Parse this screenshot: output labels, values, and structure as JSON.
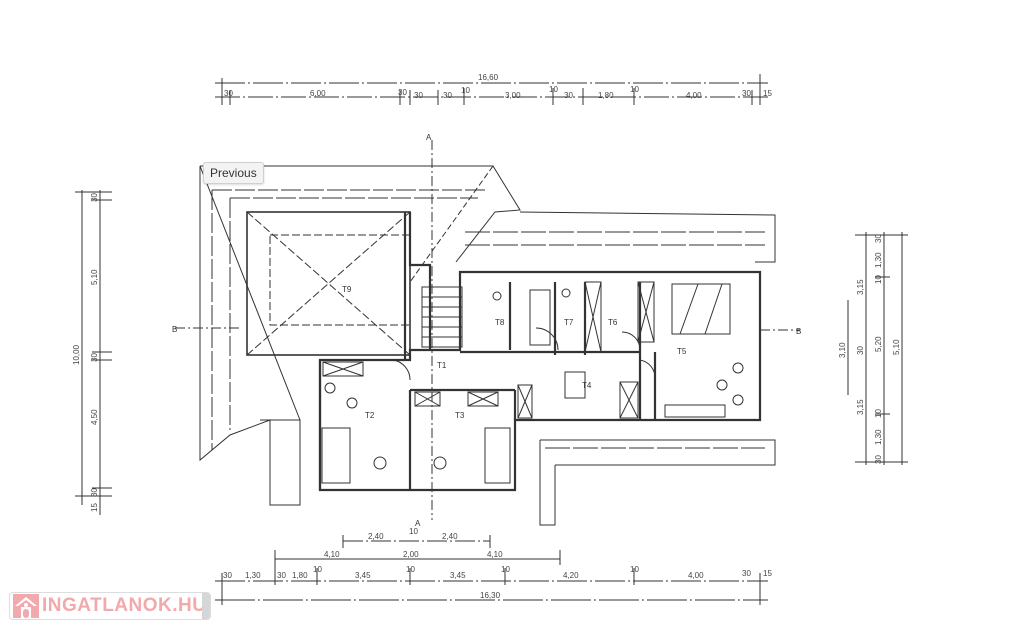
{
  "viewer": {
    "previous_tooltip": "Previous",
    "logo_text": "INGATLANOK.HU",
    "logo_color": "#f2a9ac"
  },
  "plan": {
    "rooms": [
      "T9",
      "T1",
      "T2",
      "T3",
      "T4",
      "T5",
      "T6",
      "T7",
      "T8"
    ],
    "section_marks": {
      "a_top": "A",
      "a_bottom": "A",
      "b_left": "B",
      "b_right": "B"
    },
    "top_dims": {
      "total": "16,60",
      "segments": [
        "30",
        "6,00",
        "30",
        "30",
        "30",
        "10",
        "3,00",
        "10",
        "30",
        "1,80",
        "10",
        "4,00",
        "30",
        "15"
      ]
    },
    "bottom_dims": {
      "total": "16,30",
      "row1": [
        "2,40",
        "10",
        "2,40"
      ],
      "row2": [
        "4,10",
        "2,00",
        "4,10"
      ],
      "row3": [
        "30",
        "1,30",
        "30",
        "1,80",
        "10",
        "3,45",
        "10",
        "3,45",
        "10",
        "4,20",
        "10",
        "4,00",
        "30",
        "15"
      ]
    },
    "left_dims": {
      "total": "10,00",
      "segments": [
        "30",
        "5,10",
        "30",
        "4,50",
        "30",
        "15"
      ]
    },
    "right_dims": {
      "total": "5,10",
      "segments": [
        "30",
        "1,30",
        "10",
        "5,20",
        "10",
        "1,30",
        "30"
      ],
      "inner": [
        "3,15",
        "30",
        "3,15"
      ],
      "outer": "3,10"
    }
  }
}
